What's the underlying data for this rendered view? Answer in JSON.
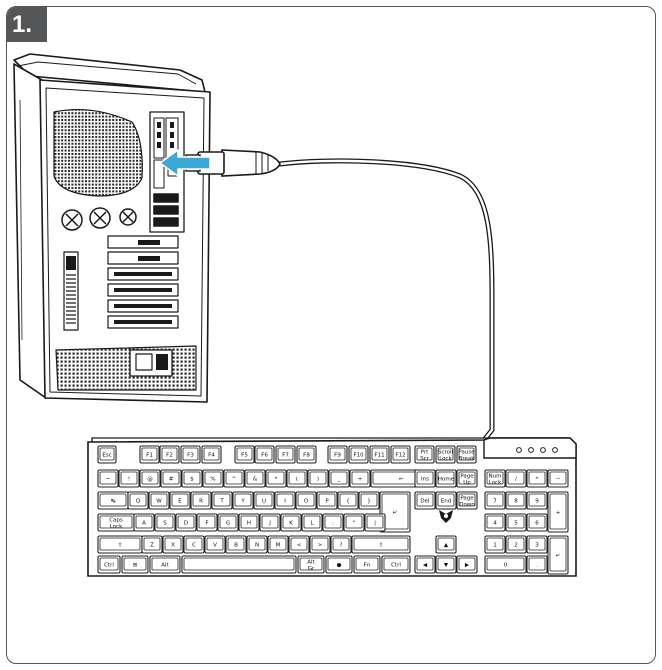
{
  "step": {
    "number": "1."
  },
  "connection_arrow_color": "#3aa8d8",
  "keyboard": {
    "function_row": [
      "Esc",
      "F1",
      "F2",
      "F3",
      "F4",
      "F5",
      "F6",
      "F7",
      "F8",
      "F9",
      "F10",
      "F11",
      "F12",
      "Prt Scr",
      "Scroll Lock",
      "Pause Break"
    ],
    "number_row": [
      "~",
      "!",
      "@",
      "#",
      "$",
      "%",
      "^",
      "&",
      "*",
      "(",
      ")",
      "_",
      "+",
      "←"
    ],
    "top_row": [
      "↹",
      "Q",
      "W",
      "E",
      "R",
      "T",
      "Y",
      "U",
      "I",
      "O",
      "P",
      "{",
      "}"
    ],
    "home_row": [
      "Caps Lock",
      "A",
      "S",
      "D",
      "F",
      "G",
      "H",
      "J",
      "K",
      "L",
      ":",
      "\"",
      "|"
    ],
    "bottom_row": [
      "⇧",
      "Z",
      "X",
      "C",
      "V",
      "B",
      "N",
      "M",
      "<",
      ">",
      "?",
      "⇧"
    ],
    "space_row": [
      "Ctrl",
      "⊞",
      "Alt",
      "",
      "Alt Gr",
      "●",
      "Fn",
      "Ctrl"
    ],
    "nav_top": [
      "Ins",
      "Home",
      "Page Up"
    ],
    "nav_bottom": [
      "Del",
      "End",
      "Page Down"
    ],
    "arrows": [
      "▲",
      "◀",
      "▼",
      "▶"
    ],
    "numpad": [
      [
        "Num Lock",
        "/",
        "*",
        "−"
      ],
      [
        "7",
        "8",
        "9",
        "+"
      ],
      [
        "4",
        "5",
        "6"
      ],
      [
        "1",
        "2",
        "3",
        "↵"
      ],
      [
        "0",
        "."
      ]
    ]
  }
}
